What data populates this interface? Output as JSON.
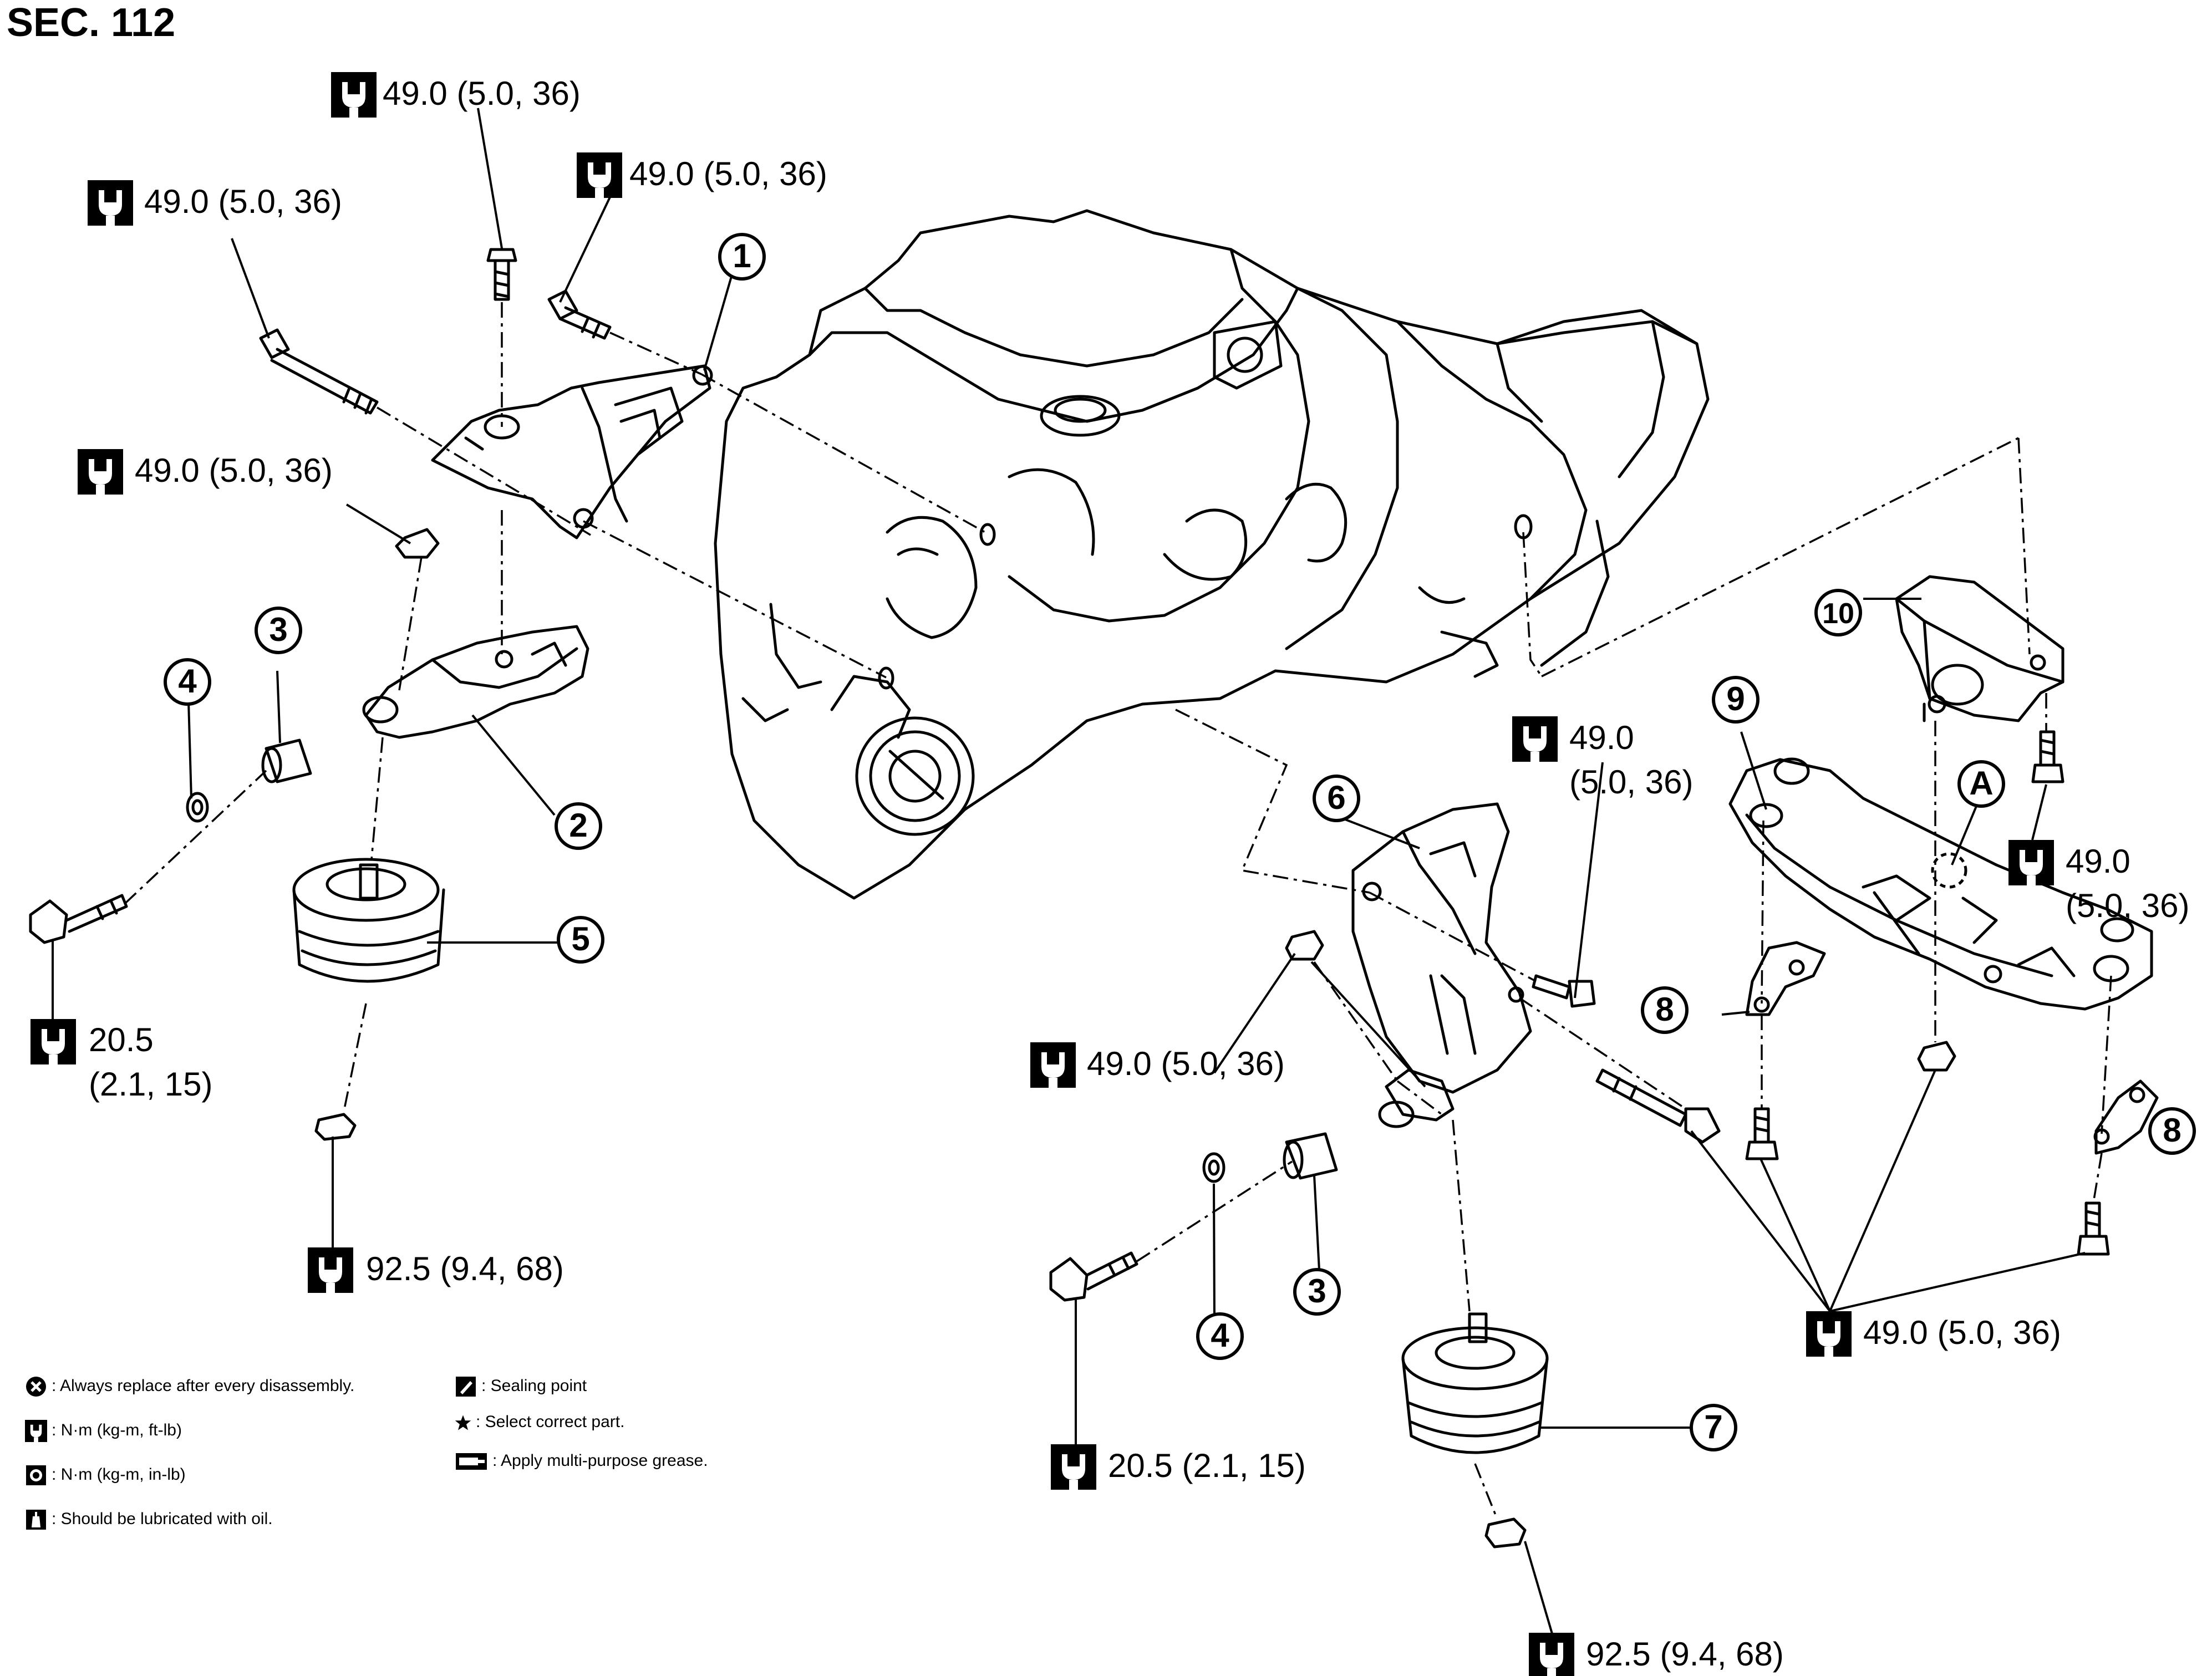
{
  "header": {
    "section": "SEC. 112"
  },
  "torques": {
    "t1": "49.0 (5.0, 36)",
    "t2": "49.0 (5.0, 36)",
    "t3": "49.0 (5.0, 36)",
    "t4": "49.0 (5.0, 36)",
    "t5_line1": "20.5",
    "t5_line2": "(2.1, 15)",
    "t6": "92.5 (9.4, 68)",
    "t7_line1": "49.0",
    "t7_line2": "(5.0, 36)",
    "t8": "49.0 (5.0, 36)",
    "t9_line1": "49.0",
    "t9_line2": "(5.0, 36)",
    "t10": "20.5 (2.1, 15)",
    "t11": "49.0 (5.0, 36)",
    "t12": "92.5 (9.4, 68)"
  },
  "callouts": {
    "c1": "1",
    "c2": "2",
    "c3a": "3",
    "c3b": "3",
    "c4a": "4",
    "c4b": "4",
    "c5": "5",
    "c6": "6",
    "c7": "7",
    "c8a": "8",
    "c8b": "8",
    "c9": "9",
    "c10": "10",
    "cA": "A"
  },
  "legend": {
    "replace": ": Always replace after every disassembly.",
    "nm_ftlb": ": N·m (kg-m, ft-lb)",
    "nm_inlb": ": N·m (kg-m, in-lb)",
    "lubricate": ": Should be lubricated with oil.",
    "sealing": ": Sealing point",
    "select": ": Select correct part.",
    "grease": ": Apply multi-purpose grease."
  }
}
